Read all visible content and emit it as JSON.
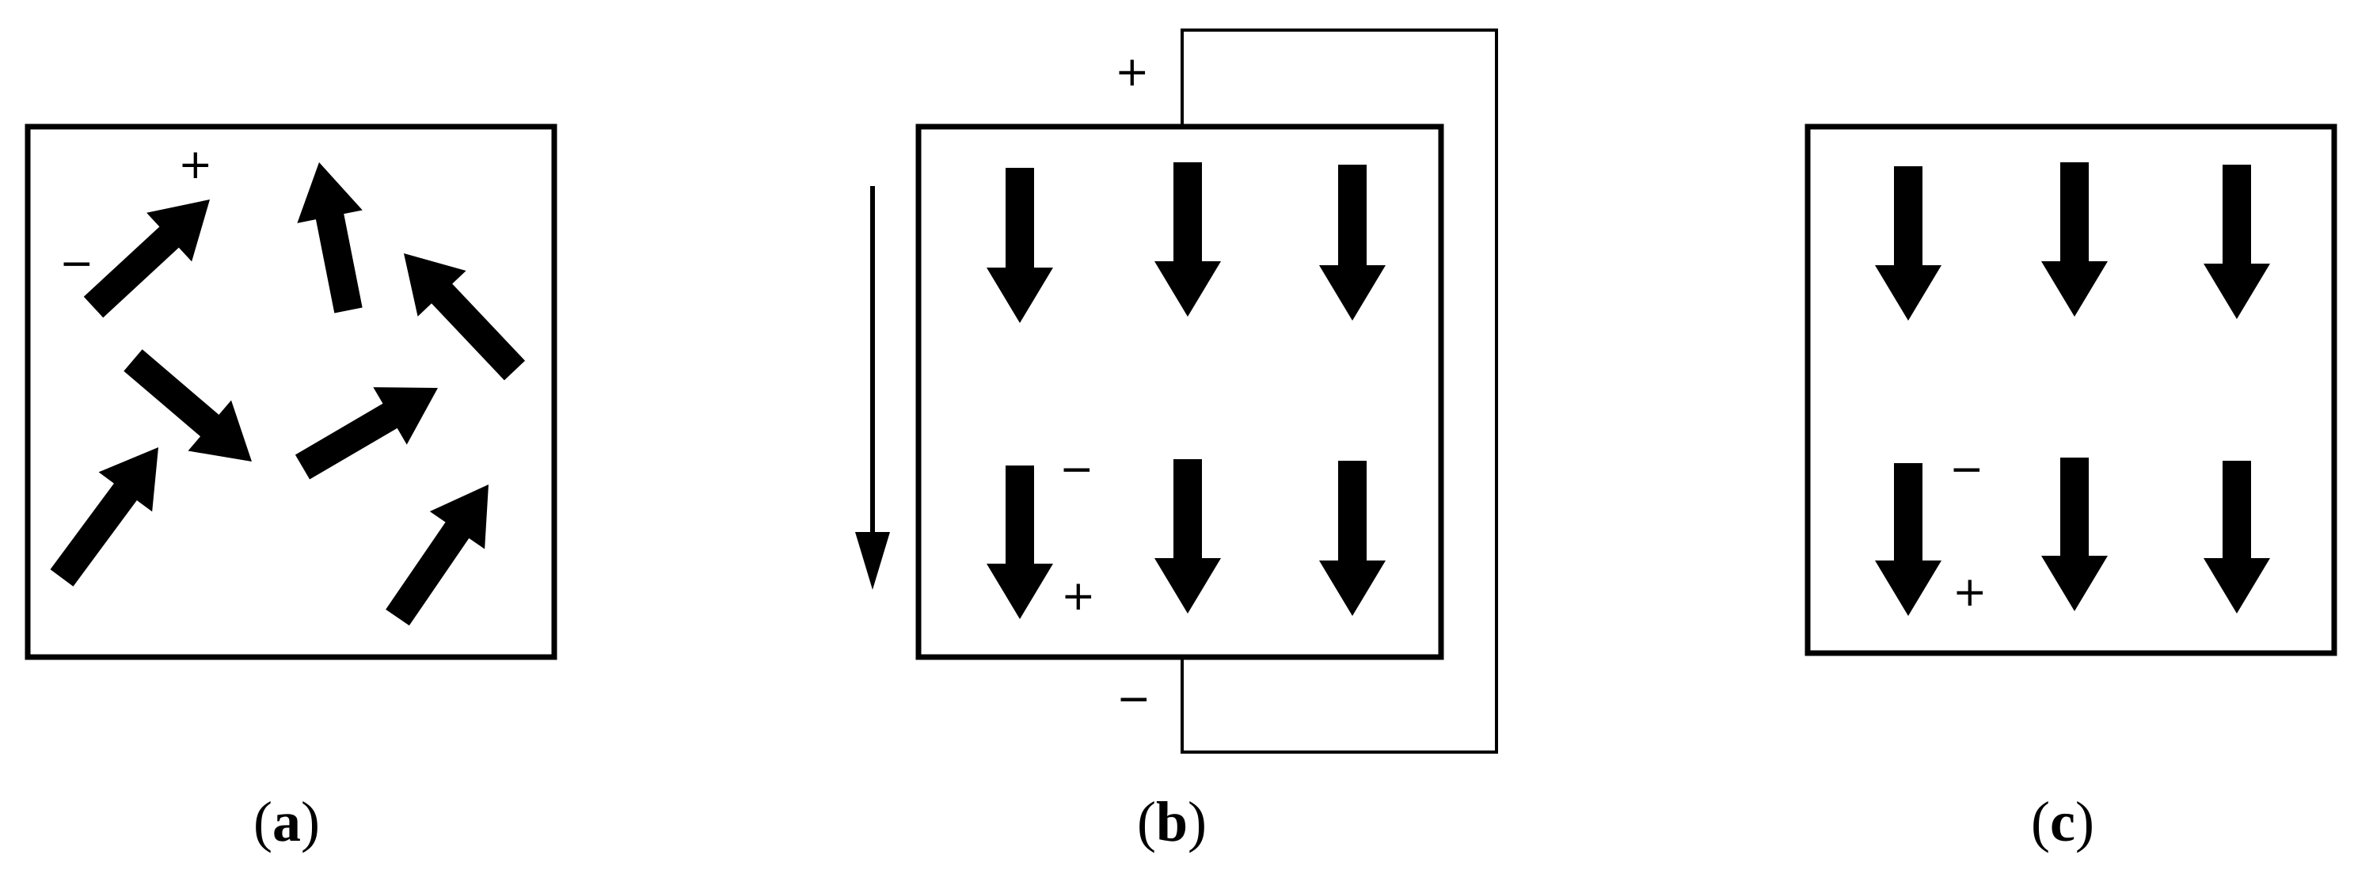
{
  "figure": {
    "panels": [
      {
        "id": "a",
        "caption": {
          "open": "(",
          "letter": "a",
          "close": ")"
        },
        "arrow_count": 7,
        "polarity_labels": {
          "plus": "+",
          "minus": "−"
        }
      },
      {
        "id": "b",
        "caption": {
          "open": "(",
          "letter": "b",
          "close": ")"
        },
        "arrow_count": 6,
        "polarity_labels": {
          "plus": "+",
          "minus": "−"
        },
        "electrode_labels": {
          "top": "+",
          "bottom": "−"
        }
      },
      {
        "id": "c",
        "caption": {
          "open": "(",
          "letter": "c",
          "close": ")"
        },
        "arrow_count": 6,
        "polarity_labels": {
          "plus": "+",
          "minus": "−"
        }
      }
    ],
    "colors": {
      "ink": "#000000",
      "background": "#ffffff"
    }
  }
}
